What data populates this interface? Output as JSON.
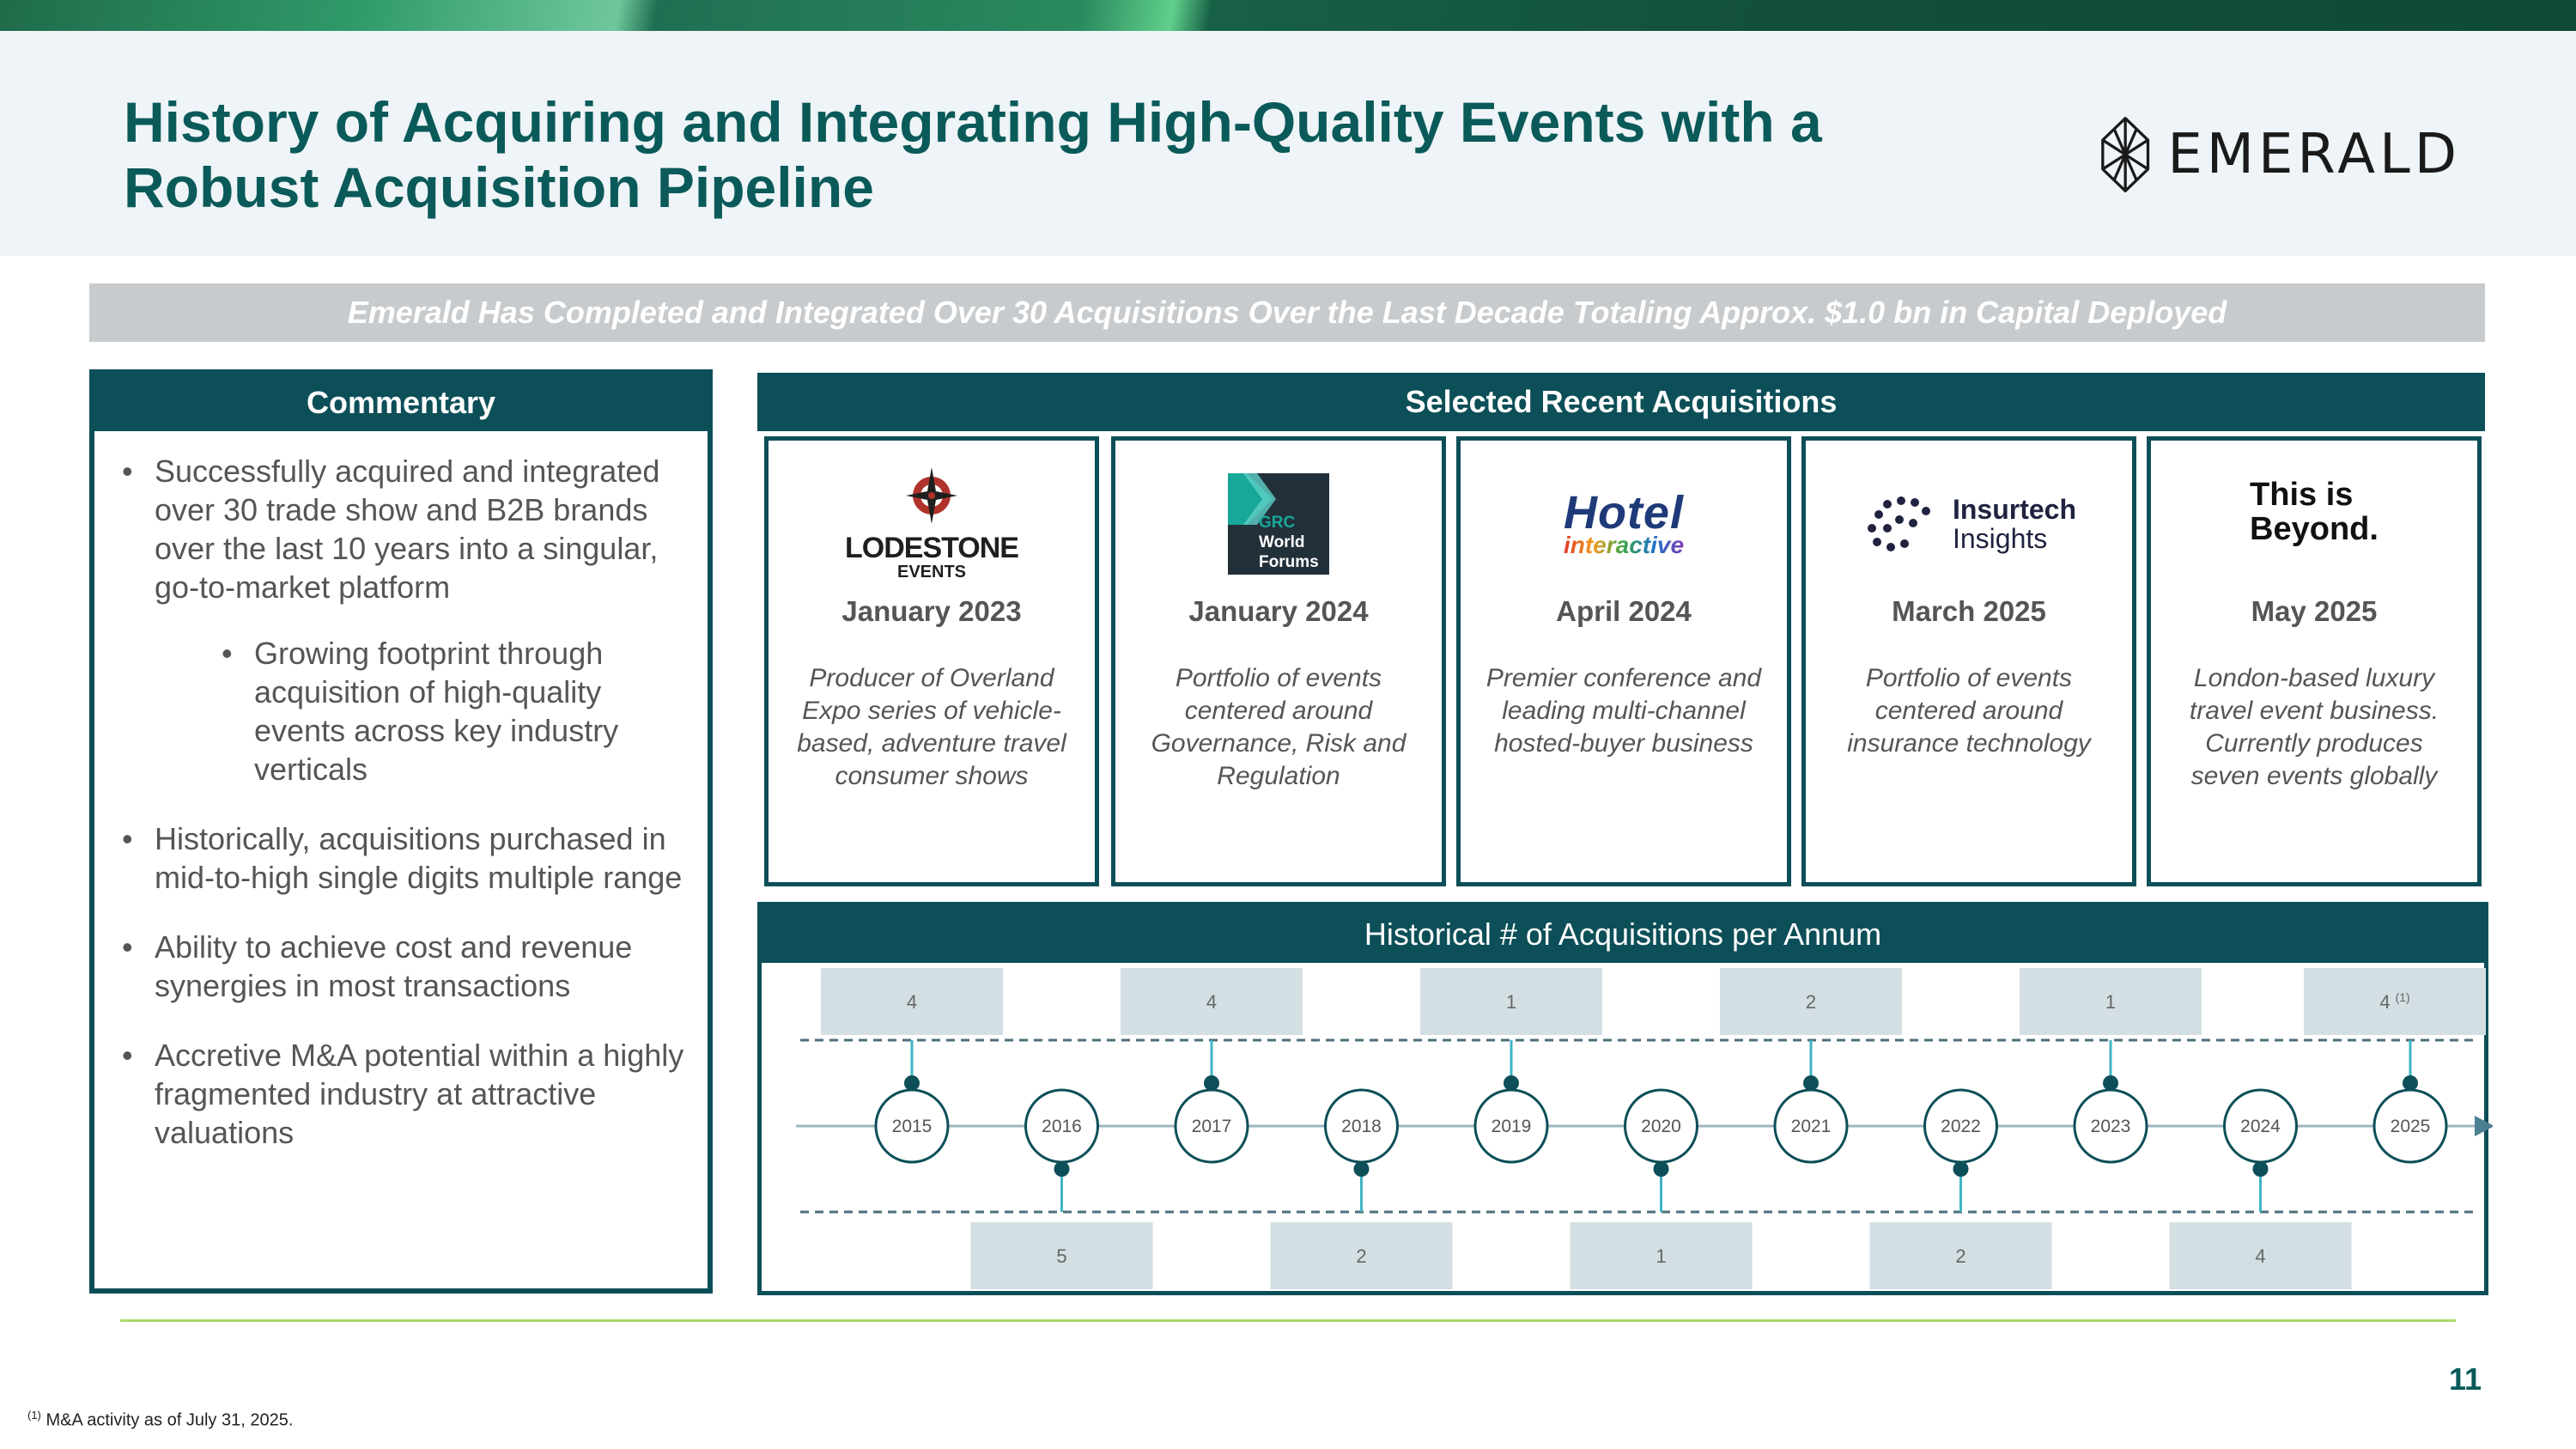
{
  "header": {
    "title_line1": "History of Acquiring and Integrating High-Quality Events with a",
    "title_line2": "Robust Acquisition Pipeline",
    "logo_text": "EMERALD"
  },
  "banner": "Emerald Has Completed and Integrated Over 30 Acquisitions Over the Last Decade Totaling Approx. $1.0 bn in Capital Deployed",
  "commentary": {
    "heading": "Commentary",
    "bullets": [
      "Successfully acquired and integrated over 30 trade show and B2B brands over the last 10 years into a singular, go-to-market platform",
      "Growing footprint through acquisition of high-quality events across key industry verticals",
      "Historically, acquisitions purchased in mid-to-high single digits multiple range",
      "Ability to achieve cost and revenue synergies in most transactions",
      "Accretive M&A potential within a highly fragmented industry at attractive valuations"
    ],
    "bullet_glyph": "•"
  },
  "selected": {
    "heading": "Selected Recent Acquisitions",
    "items": [
      {
        "logo_line1": "LODESTONE",
        "logo_line2": "EVENTS",
        "date": "January 2023",
        "desc": "Producer of Overland Expo series of vehicle-based, adventure travel consumer shows"
      },
      {
        "logo_line1": "GRC",
        "logo_line2": "World",
        "logo_line3": "Forums",
        "date": "January 2024",
        "desc": "Portfolio of events centered around Governance, Risk and Regulation"
      },
      {
        "logo_line1": "Hotel",
        "logo_line2": "interactive",
        "date": "April 2024",
        "desc": "Premier conference and leading multi-channel hosted-buyer business"
      },
      {
        "logo_line1": "Insurtech",
        "logo_line2": "Insights",
        "date": "March 2025",
        "desc": "Portfolio of events centered around insurance technology"
      },
      {
        "logo_line1": "This is",
        "logo_line2": "Beyond.",
        "date": "May 2025",
        "desc": "London-based luxury travel event business. Currently produces seven events globally"
      }
    ]
  },
  "historical": {
    "heading": "Historical # of Acquisitions per Annum",
    "years": [
      {
        "year": "2015",
        "count": "4",
        "pos": "top"
      },
      {
        "year": "2016",
        "count": "5",
        "pos": "bottom"
      },
      {
        "year": "2017",
        "count": "4",
        "pos": "top"
      },
      {
        "year": "2018",
        "count": "2",
        "pos": "bottom"
      },
      {
        "year": "2019",
        "count": "1",
        "pos": "top"
      },
      {
        "year": "2020",
        "count": "1",
        "pos": "bottom"
      },
      {
        "year": "2021",
        "count": "2",
        "pos": "top"
      },
      {
        "year": "2022",
        "count": "2",
        "pos": "bottom"
      },
      {
        "year": "2023",
        "count": "1",
        "pos": "top"
      },
      {
        "year": "2024",
        "count": "4",
        "pos": "bottom"
      },
      {
        "year": "2025",
        "count": "4",
        "note": "(1)",
        "pos": "top"
      }
    ]
  },
  "footer": {
    "page_number": "11",
    "footnote_mark": "(1)",
    "footnote_text": "M&A activity as of July 31, 2025."
  },
  "colors": {
    "primary": "#0d4f58",
    "title": "#0b5a5a",
    "banner": "#c8cbcd",
    "box": "#d3dfe3",
    "footline": "#a9d86a"
  }
}
